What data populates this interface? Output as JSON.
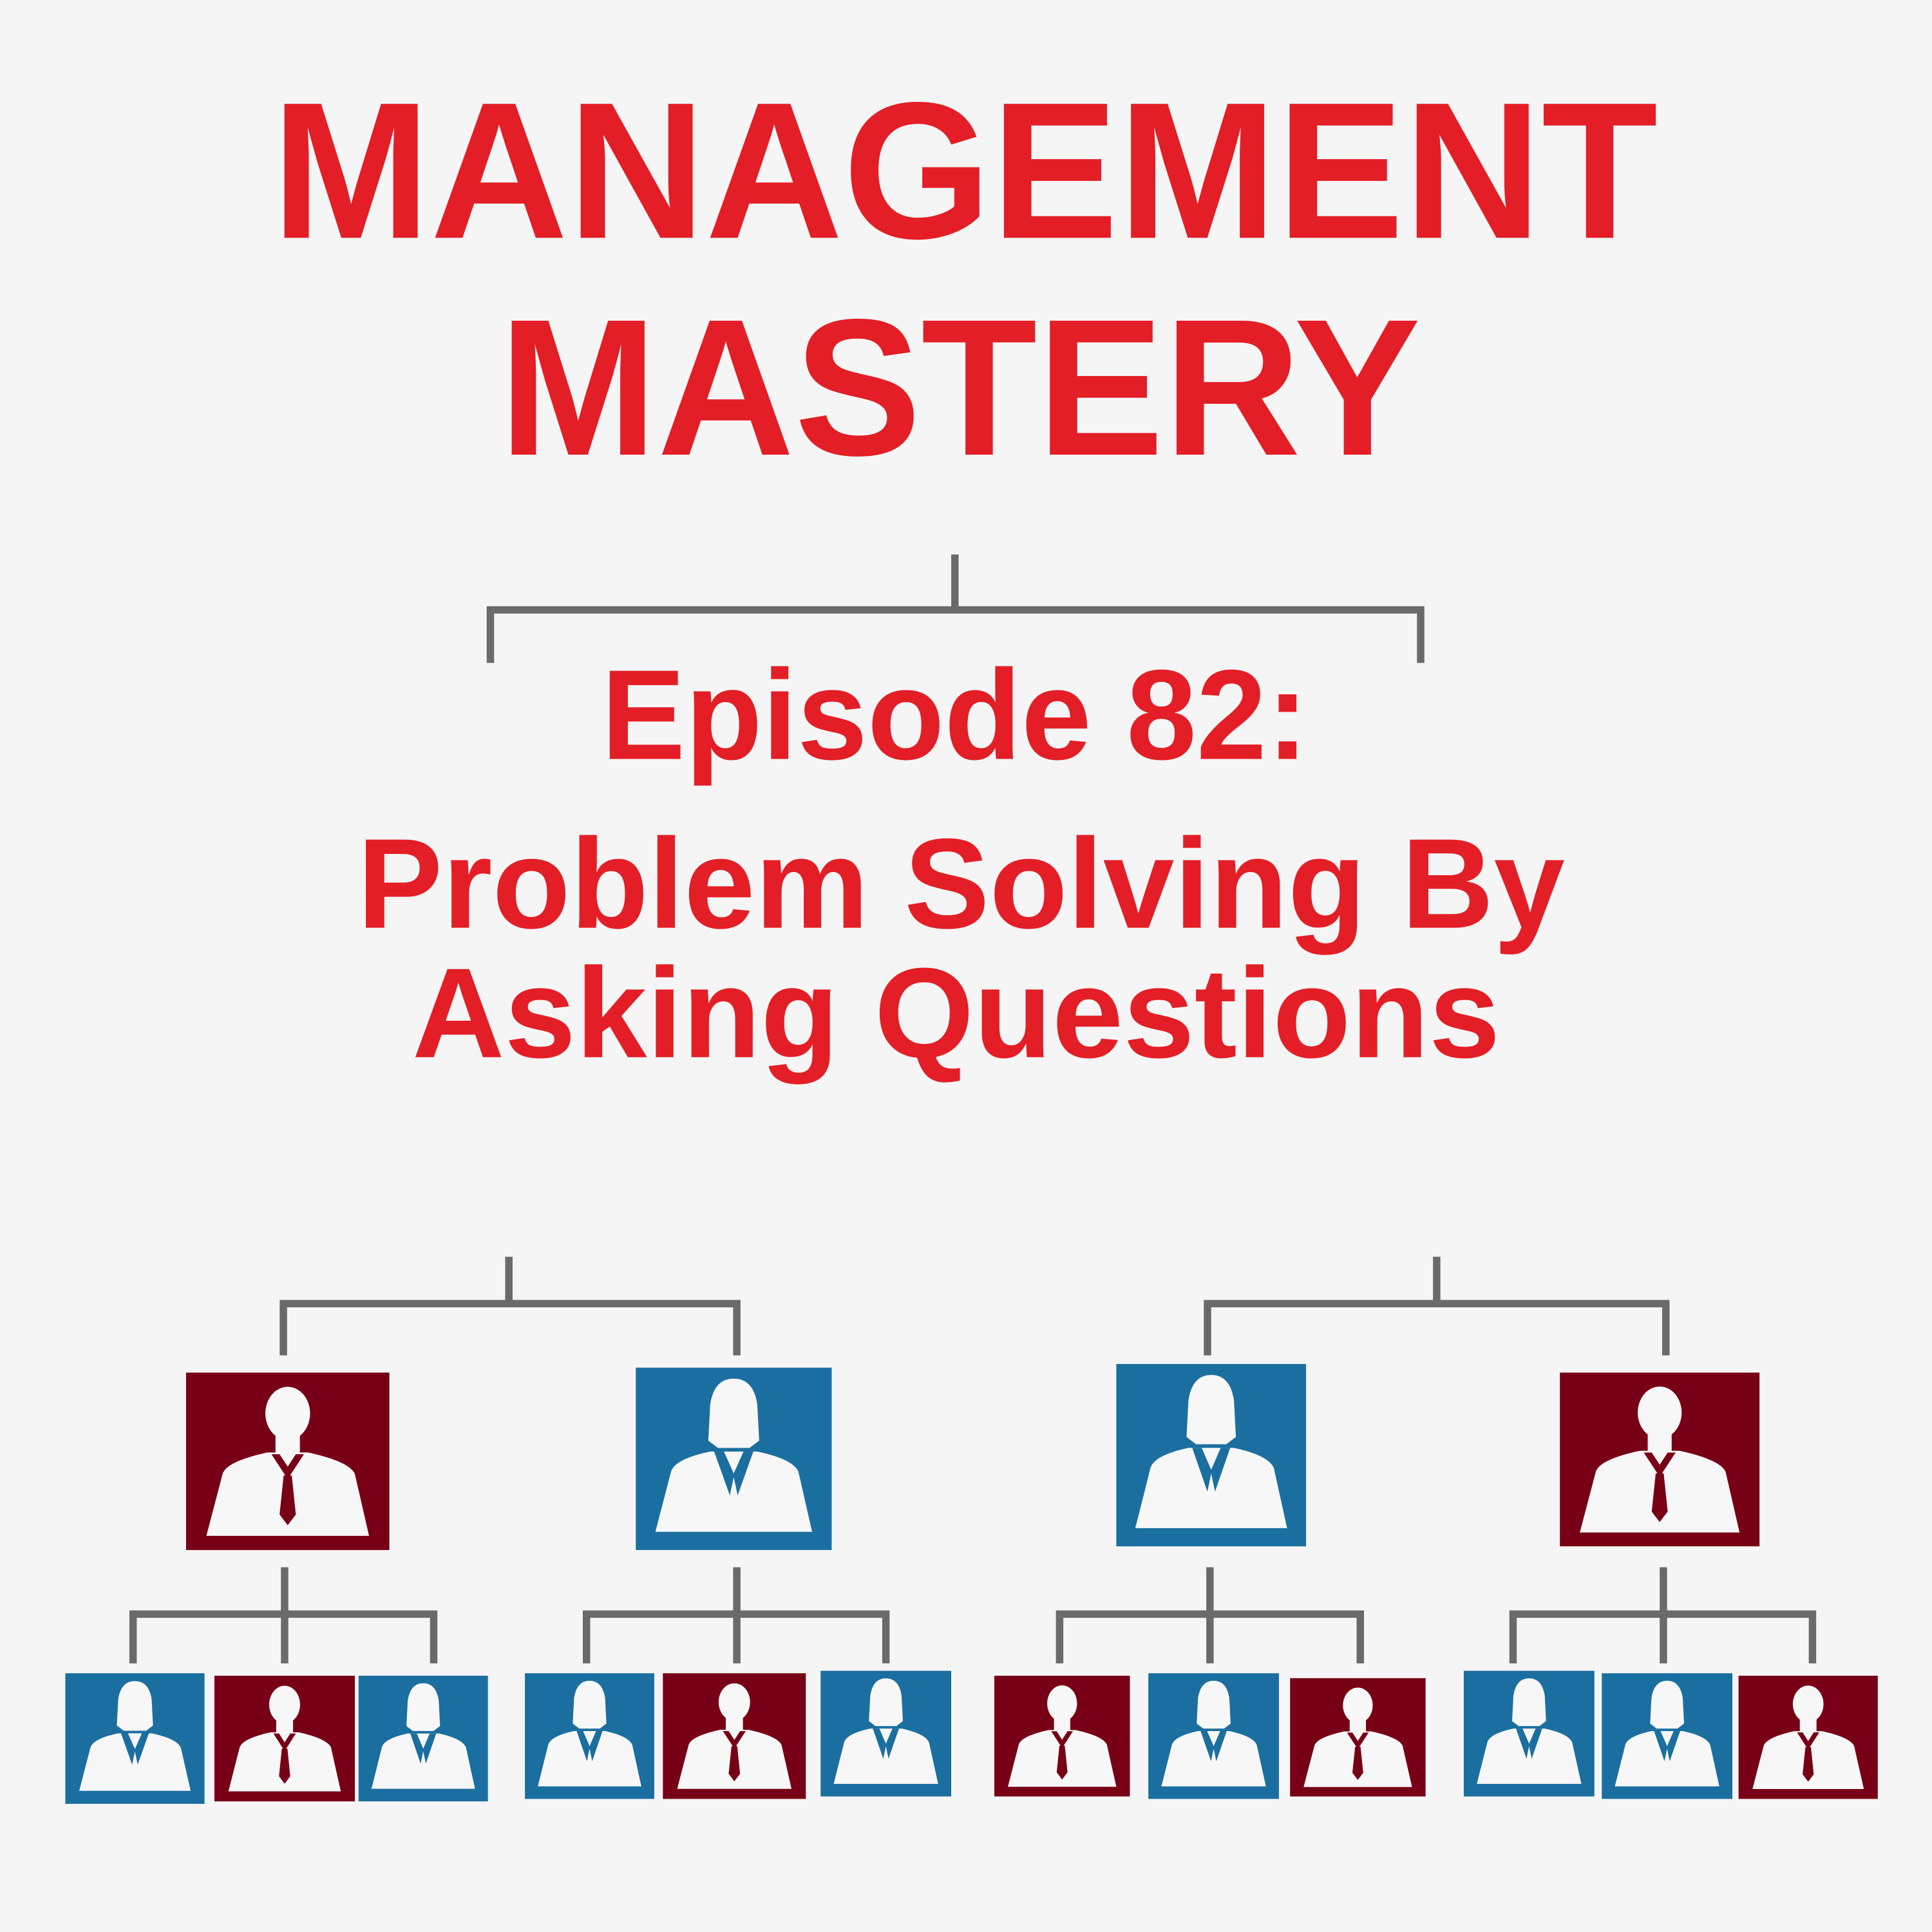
{
  "title": {
    "line1": "MANAGEMENT",
    "line2": "MASTERY"
  },
  "episode": {
    "number_label": "Episode 82:",
    "subtitle_line1": "Problem Solving By",
    "subtitle_line2": "Asking Questions"
  },
  "colors": {
    "background": "#f5f5f5",
    "title_red": "#e31e26",
    "maroon": "#780016",
    "blue": "#1b6fa0",
    "connector": "#6a6a6a"
  },
  "org_chart": {
    "managers": [
      "male",
      "female",
      "female",
      "male"
    ],
    "reports": [
      [
        "female",
        "male",
        "female"
      ],
      [
        "female",
        "male",
        "female"
      ],
      [
        "male",
        "female",
        "male"
      ],
      [
        "female",
        "female",
        "male"
      ]
    ]
  }
}
